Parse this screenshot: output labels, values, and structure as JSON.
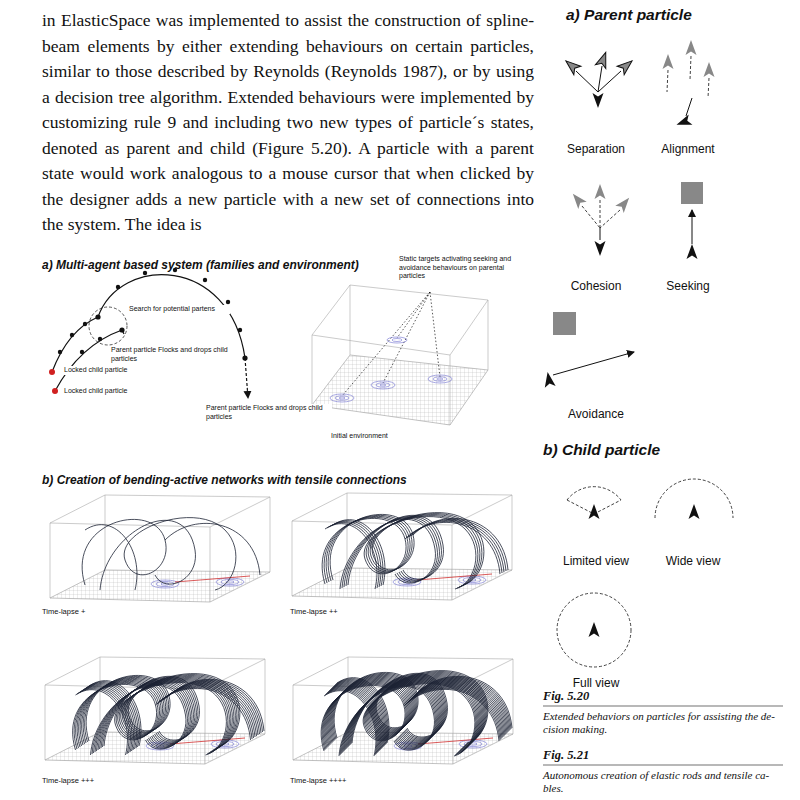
{
  "diagram": {
    "labels": [
      "in ElasticSpace was implemented to assist the construction of spline-beam elements by either extending behaviours on certain particles, similar to those described by Reynolds (Reynolds 1987), or by using a decision tree algorithm. Extended behaviours were implemented by customizing rule 9 and including two new types of particle´s states, denoted as parent and child (Figure 5.20). A particle with a parent state would work analogous to a mouse cursor that when clicked by the designer adds a new particle with a new set of connections into the system. The idea is",
      "a) Parent particle",
      "Separation",
      "Alignment",
      "Cohesion",
      "Seeking",
      "Avoidance",
      "b) Child particle",
      "Limited view",
      "Wide view",
      "Full view",
      "Fig. 5.20",
      "Extended behaviors on particles for assisting the de- cision making.",
      "Fig. 5.21",
      "Autonomous creation of elastic rods and tensile ca- bles.",
      "a) Multi-agent based system (families and environment)",
      "Search for potential partens",
      "Parent particle Flocks and drops child particles",
      "Locked child particle",
      "Locked child particle",
      "Parent particle Flocks and drops child particles",
      "Static targets activating seeking and avoidance behaviours on parental particles",
      "Initial environment",
      "b) Creation of bending-active networks with tensile connections",
      "Time-lapse +",
      "Time-lapse ++",
      "Time-lapse +++",
      "Time-lapse ++++"
    ]
  }
}
